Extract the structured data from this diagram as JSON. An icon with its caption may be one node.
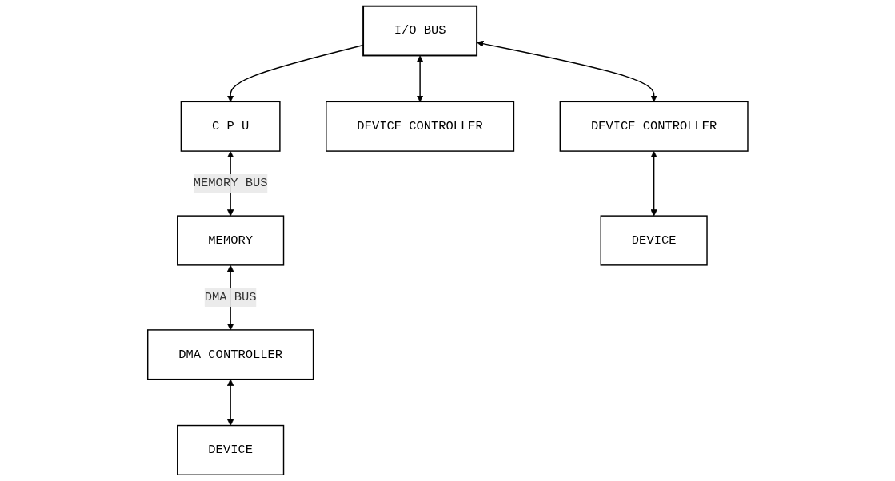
{
  "diagram": {
    "nodes": [
      {
        "text": [
          "C P U"
        ]
      },
      {
        "text": [
          "I/O BUS"
        ]
      },
      {
        "text": [
          "MEMORY"
        ]
      },
      {
        "text": [
          "DEVICE CONTROLLER"
        ]
      },
      {
        "text": [
          "DMA CONTROLLER"
        ]
      },
      {
        "text": [
          "DEVICE CONTROLLER"
        ]
      },
      {
        "text": [
          "DEVICE"
        ]
      },
      {
        "text": [
          "DEVICE"
        ]
      }
    ],
    "edges": [
      {
        "from": 1,
        "to": 0,
        "arrow": "to"
      },
      {
        "from": 0,
        "to": 2,
        "arrow": "both",
        "label": "MEMORY BUS"
      },
      {
        "from": 1,
        "to": 3,
        "arrow": "both"
      },
      {
        "from": 1,
        "to": 5,
        "arrow": "both"
      },
      {
        "from": 2,
        "to": 4,
        "arrow": "both",
        "label": "DMA BUS"
      },
      {
        "from": 4,
        "to": 6,
        "arrow": "both"
      },
      {
        "from": 5,
        "to": 7,
        "arrow": "both"
      }
    ]
  }
}
